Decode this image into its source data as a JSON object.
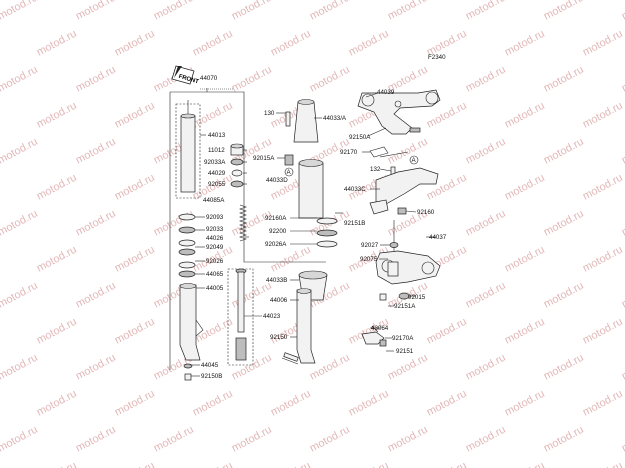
{
  "diagram_code": "F2340",
  "watermark": "motod.ru",
  "front_marker": "FRONT",
  "circle_marker": "A",
  "labels": {
    "l44070": "44070",
    "l44013": "44013",
    "l11012": "11012",
    "l92033A": "92033A",
    "l44029": "44029",
    "l92055": "92055",
    "l44085A": "44085A",
    "l92093": "92093",
    "l92033": "92033",
    "l44026": "44026",
    "l92049": "92049",
    "l92026": "92026",
    "l44065": "44065",
    "l44005": "44005",
    "l44023": "44023",
    "l44045": "44045",
    "l92150B": "92150B",
    "l130": "130",
    "l44033A": "44033/A",
    "l92015A": "92015A",
    "l44033D": "44033D",
    "l92160A": "92160A",
    "l92151B": "92151B",
    "l92200": "92200",
    "l92026A": "92026A",
    "l44033B": "44033B",
    "l44006": "44006",
    "l92150": "92150",
    "l44039": "44039",
    "l92150A": "92150A",
    "l92170": "92170",
    "l132": "132",
    "l44033C": "44033C",
    "l92160": "92160",
    "l92027": "92027",
    "l44037": "44037",
    "l92075": "92075",
    "l92015": "92015",
    "l92151A": "92151A",
    "l43064": "43064",
    "l92170A": "92170A",
    "l92151": "92151"
  },
  "colors": {
    "line": "#222222",
    "watermark": "#e2b8b8",
    "part_fill": "#f2f2f2",
    "part_shadow": "#bdbdbd"
  }
}
